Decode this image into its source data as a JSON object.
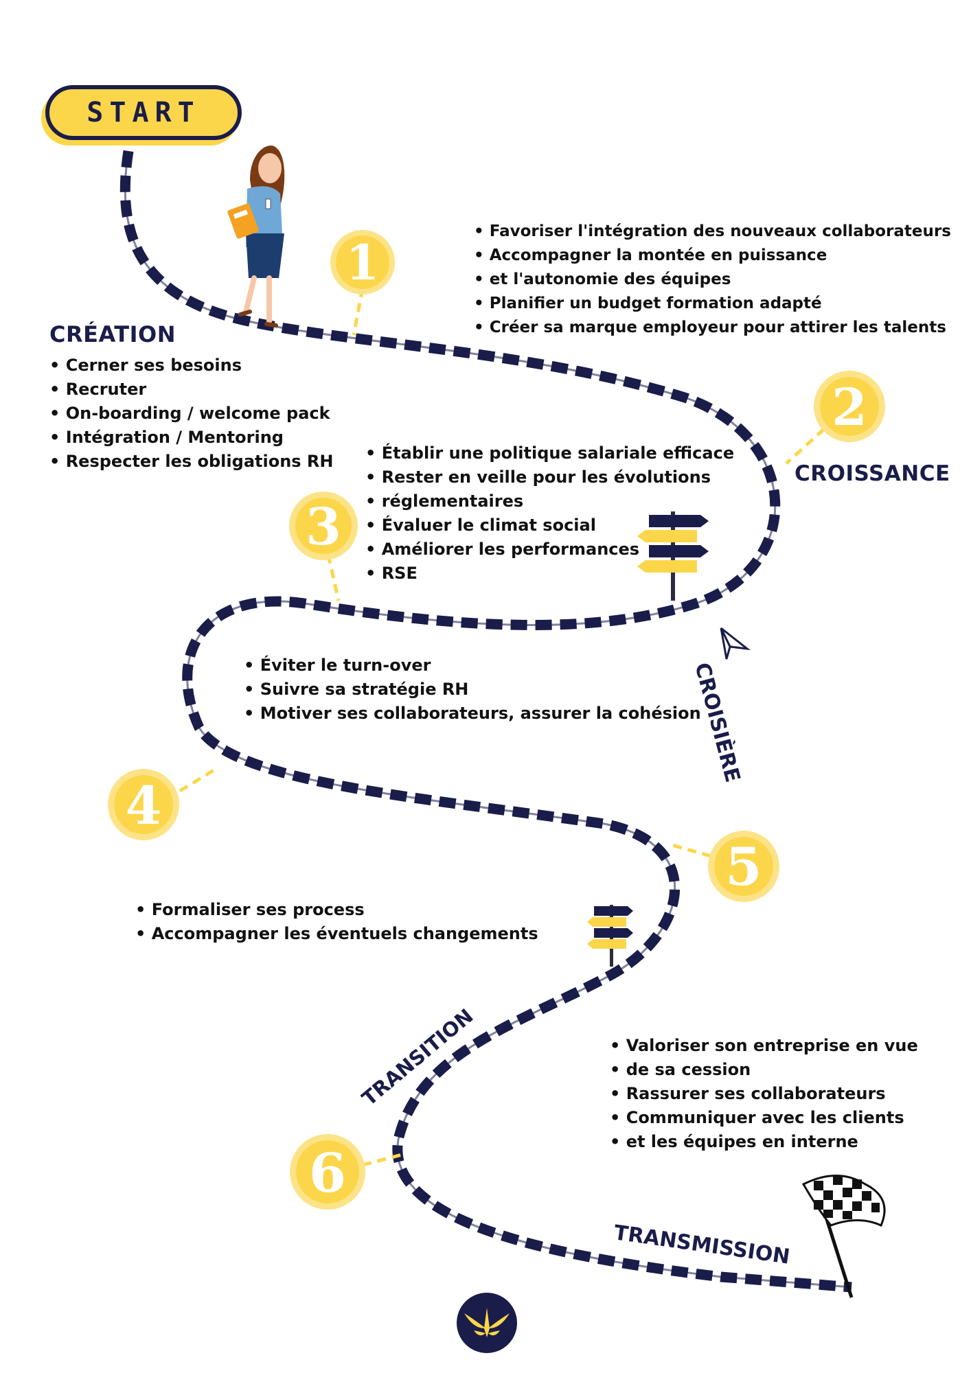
{
  "start": {
    "label": "START"
  },
  "steps": [
    "1",
    "2",
    "3",
    "4",
    "5",
    "6"
  ],
  "stages": {
    "creation": "CRÉATION",
    "croissance": "CROISSANCE",
    "croisiere": "CROISIÈRE",
    "transition": "TRANSITION",
    "transmission": "TRANSMISSION"
  },
  "lists": {
    "creation": [
      "Cerner ses besoins",
      "Recruter",
      "On-boarding / welcome pack",
      "Intégration / Mentoring",
      "Respecter les obligations RH"
    ],
    "step1": [
      "Favoriser l'intégration des nouveaux collaborateurs",
      "Accompagner la montée en puissance",
      "et l'autonomie des équipes",
      "Planifier un budget formation adapté",
      "Créer sa marque employeur pour attirer les talents"
    ],
    "step3": [
      "Établir une politique salariale efficace",
      "Rester en veille pour les évolutions",
      "réglementaires",
      "Évaluer le climat social",
      "Améliorer les performances",
      "RSE"
    ],
    "step4": [
      "Éviter le turn-over",
      "Suivre sa stratégie RH",
      "Motiver ses collaborateurs, assurer la cohésion"
    ],
    "step5": [
      "Formaliser ses process",
      "Accompagner les éventuels changements"
    ],
    "step6": [
      "Valoriser son entreprise en vue",
      "de sa cession",
      "Rassurer ses collaborateurs",
      "Communiquer avec les clients",
      "et les équipes en interne"
    ]
  },
  "icons": {
    "person": "businesswoman-icon",
    "signpost": "signpost-icon",
    "flag": "checkered-flag-icon",
    "logo": "company-logo"
  },
  "colors": {
    "navy": "#1a1d4a",
    "yellow": "#fcd64a",
    "yellow_light": "#fde387",
    "text": "#111111"
  }
}
